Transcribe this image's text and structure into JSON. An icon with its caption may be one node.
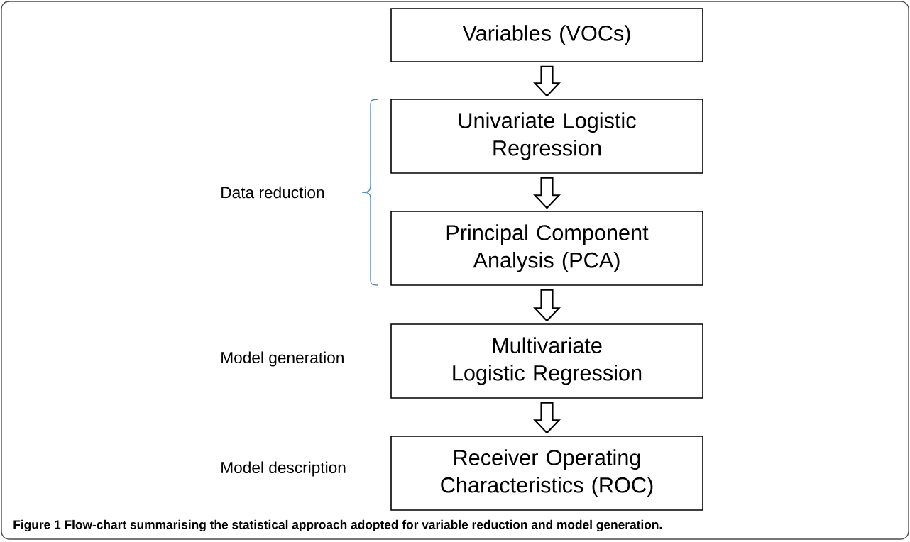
{
  "diagram": {
    "caption": "Figure 1 Flow-chart summarising the statistical approach adopted for variable reduction and model generation.",
    "nodes": [
      {
        "text": [
          "Variables (VOCs)"
        ]
      },
      {
        "text": [
          "Univariate Logistic Regression"
        ]
      },
      {
        "text": [
          "Principal Component Analysis (PCA)"
        ]
      },
      {
        "text": [
          "Multivariate Logistic Regression"
        ]
      },
      {
        "text": [
          "Receiver Operating Characteristics (ROC)"
        ]
      }
    ],
    "edges": [
      {
        "from": 0,
        "to": 1,
        "arrow": "to"
      },
      {
        "from": 1,
        "to": 2,
        "arrow": "to"
      },
      {
        "from": 2,
        "to": 3,
        "arrow": "to"
      },
      {
        "from": 3,
        "to": 4,
        "arrow": "to"
      }
    ],
    "labels": [
      "Data reduction",
      "Model generation",
      "Model description"
    ]
  }
}
